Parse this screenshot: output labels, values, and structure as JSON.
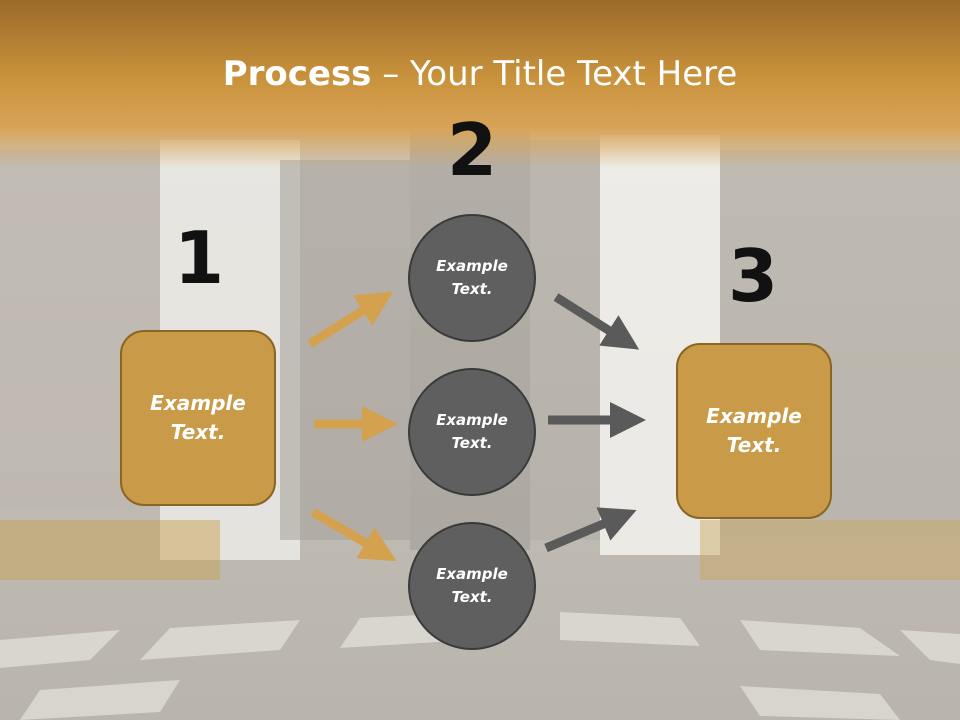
{
  "slide": {
    "title_bold": "Process",
    "title_rest": " – Your Title Text Here"
  },
  "steps": [
    "1",
    "2",
    "3"
  ],
  "boxes": {
    "left": "Example\nText.",
    "right": "Example\nText."
  },
  "circles": [
    "Example\nText.",
    "Example\nText.",
    "Example\nText."
  ],
  "colors": {
    "accent": "#c99a47",
    "header": "#b47d2c",
    "circle": "#5f5f5f",
    "arrow_orange": "#d4a24e",
    "arrow_gray": "#5a5a5a"
  }
}
